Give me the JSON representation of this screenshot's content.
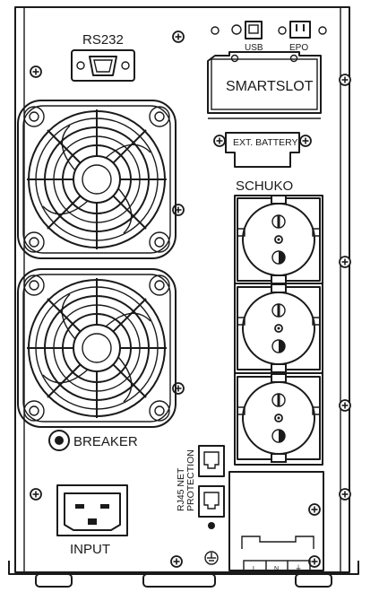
{
  "panel": {
    "rs232": "RS232",
    "usb": "USB",
    "epo": "EPO",
    "smartslot": "SMARTSLOT",
    "ext_battery": "EXT. BATTERY",
    "schuko": "SCHUKO",
    "breaker": "BREAKER",
    "rj45_line1": "RJ45 NET",
    "rj45_line2": "PROTECTION",
    "input": "INPUT",
    "terminal_labels": [
      "L",
      "N",
      "⏚"
    ]
  }
}
